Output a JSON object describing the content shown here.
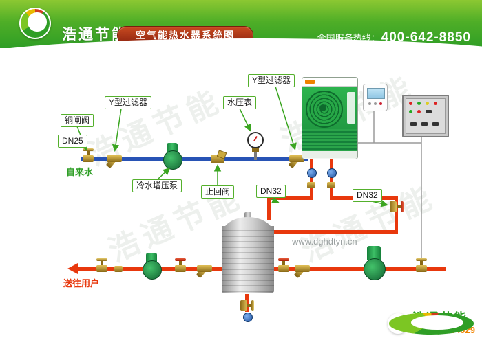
{
  "header": {
    "company": "浩通节能",
    "title": "空气能热水器系统图",
    "hotline_label": "全国服务热线：",
    "hotline_number": "400-642-8850"
  },
  "diagram": {
    "labels": {
      "y_filter_left": "Y型过滤器",
      "y_filter_top": "Y型过滤器",
      "pressure_gauge": "水压表",
      "brass_gate_valve": "铜闸阀",
      "dn25": "DN25",
      "tap_water": "自来水",
      "cold_water_booster_pump": "冷水增压泵",
      "check_valve": "止回阀",
      "dn32_left": "DN32",
      "dn32_right": "DN32",
      "to_users": "送往用户"
    },
    "watermark": {
      "text": "浩通节能",
      "url": "www.dghdtyn.cn"
    }
  },
  "footer": {
    "company": "浩通节能",
    "phone": "0769-22664029"
  },
  "colors": {
    "header_green": "#47a526",
    "banner_red": "#a33012",
    "cold_pipe_blue": "#2853b5",
    "hot_pipe_red": "#e8380d",
    "label_border_green": "#54b02c",
    "arrow_green": "#3aa520",
    "brass": "#b8912f",
    "pump_green": "#2aa34d",
    "phone_orange": "#f08300"
  }
}
